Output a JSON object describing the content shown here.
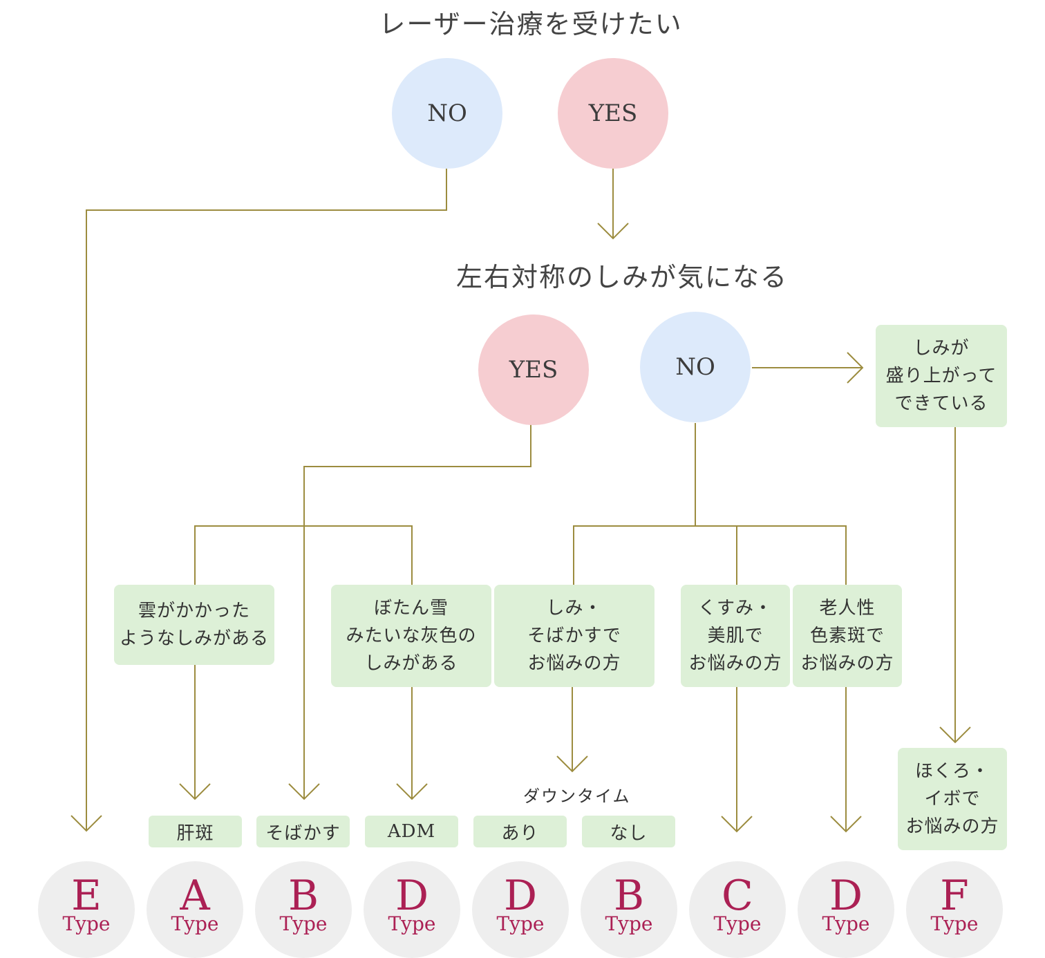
{
  "colors": {
    "line": "#9c8c3f",
    "no_circle": "#ddeafb",
    "yes_circle": "#f6cdd1",
    "box": "#ddf0d7",
    "type_circle": "#eeeeee",
    "type_text": "#ab2054"
  },
  "q1": {
    "title": "レーザー治療を受けたい",
    "no": "NO",
    "yes": "YES"
  },
  "q2": {
    "title": "左右対称のしみが気になる",
    "yes": "YES",
    "no": "NO"
  },
  "boxes": {
    "raised": [
      "しみが",
      "盛り上がって",
      "できている"
    ],
    "cloud": [
      "雲がかかった",
      "ようなしみがある"
    ],
    "peony": [
      "ぼたん雪",
      "みたいな灰色の",
      "しみがある"
    ],
    "spots": [
      "しみ・",
      "そばかすで",
      "お悩みの方"
    ],
    "dull": [
      "くすみ・",
      "美肌で",
      "お悩みの方"
    ],
    "senile": [
      "老人性",
      "色素斑で",
      "お悩みの方"
    ],
    "moles": [
      "ほくろ・",
      "イボで",
      "お悩みの方"
    ]
  },
  "downtime_label": "ダウンタイム",
  "pills": {
    "kanpan": "肝斑",
    "sobakasu": "そばかす",
    "adm": "ADM",
    "ari": "あり",
    "nashi": "なし"
  },
  "types": [
    {
      "letter": "E",
      "word": "Type"
    },
    {
      "letter": "A",
      "word": "Type"
    },
    {
      "letter": "B",
      "word": "Type"
    },
    {
      "letter": "D",
      "word": "Type"
    },
    {
      "letter": "D",
      "word": "Type"
    },
    {
      "letter": "B",
      "word": "Type"
    },
    {
      "letter": "C",
      "word": "Type"
    },
    {
      "letter": "D",
      "word": "Type"
    },
    {
      "letter": "F",
      "word": "Type"
    }
  ]
}
